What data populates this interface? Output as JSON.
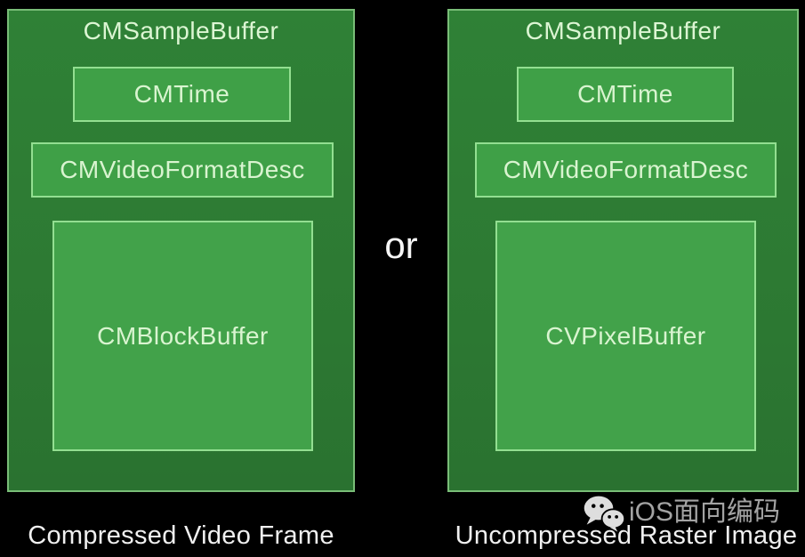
{
  "or_label": "or",
  "panels": [
    {
      "title": "CMSampleBuffer",
      "time_box": "CMTime",
      "format_box": "CMVideoFormatDesc",
      "buffer_box": "CMBlockBuffer",
      "caption": "Compressed Video Frame"
    },
    {
      "title": "CMSampleBuffer",
      "time_box": "CMTime",
      "format_box": "CMVideoFormatDesc",
      "buffer_box": "CVPixelBuffer",
      "caption": "Uncompressed Raster Image"
    }
  ],
  "watermark": {
    "icon": "wechat-icon",
    "text": "iOS面向编码"
  },
  "colors": {
    "background": "#000000",
    "panel_fill": "#2d7a33",
    "panel_border": "#79bd77",
    "box_fill": "#3fa047",
    "box_border": "#93df91",
    "box_text": "#d9f4d0",
    "caption_text": "#f0f0f0",
    "or_text": "#f5f5f5",
    "watermark_text": "#a3a3a3"
  }
}
